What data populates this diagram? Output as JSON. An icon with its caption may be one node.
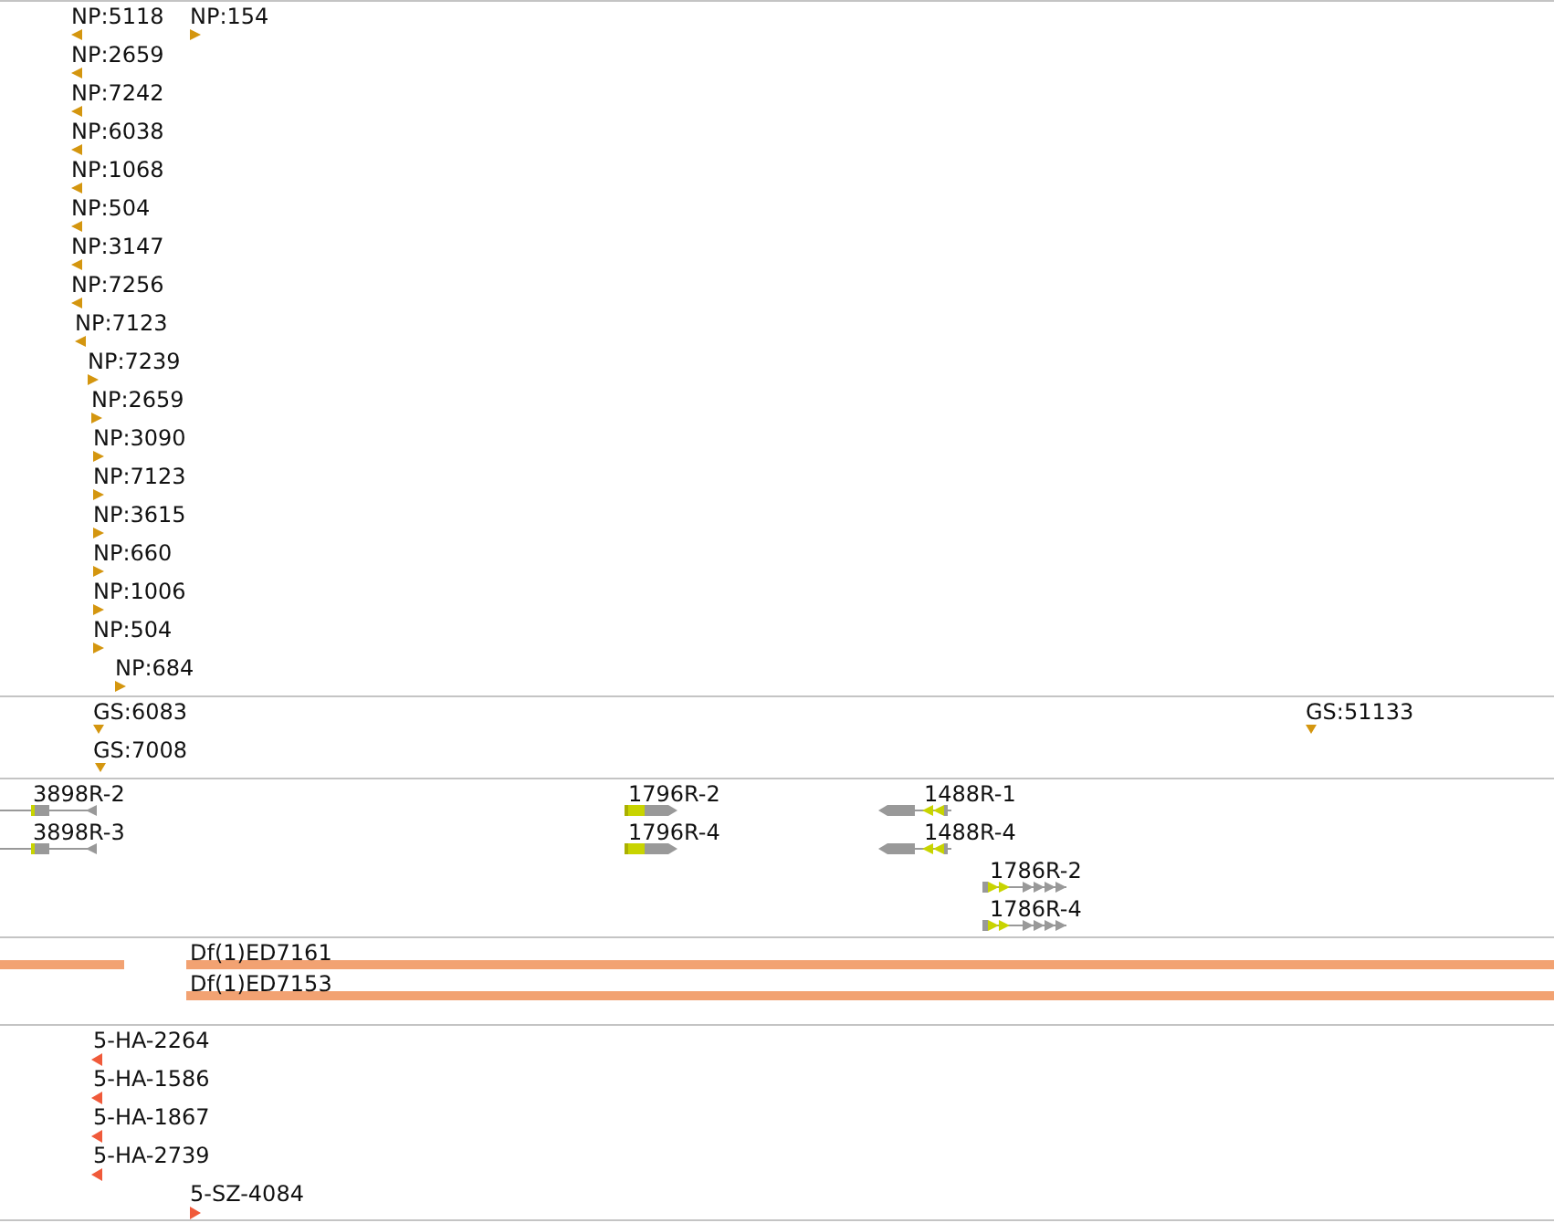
{
  "diagram": {
    "labels": [
      "NP:5118",
      "NP:154",
      "NP:2659",
      "NP:7242",
      "NP:6038",
      "NP:1068",
      "NP:504",
      "NP:3147",
      "NP:7256",
      "NP:7123",
      "NP:7239",
      "NP:2659",
      "NP:3090",
      "NP:7123",
      "NP:3615",
      "NP:660",
      "NP:1006",
      "NP:504",
      "NP:684",
      "GS:6083",
      "GS:51133",
      "GS:7008",
      "3898R-2",
      "1796R-2",
      "1488R-1",
      "3898R-3",
      "1796R-4",
      "1488R-4",
      "1786R-2",
      "1786R-4",
      "Df(1)ED7161",
      "Df(1)ED7153",
      "5-HA-2264",
      "5-HA-1586",
      "5-HA-1867",
      "5-HA-2739",
      "5-SZ-4084"
    ]
  }
}
